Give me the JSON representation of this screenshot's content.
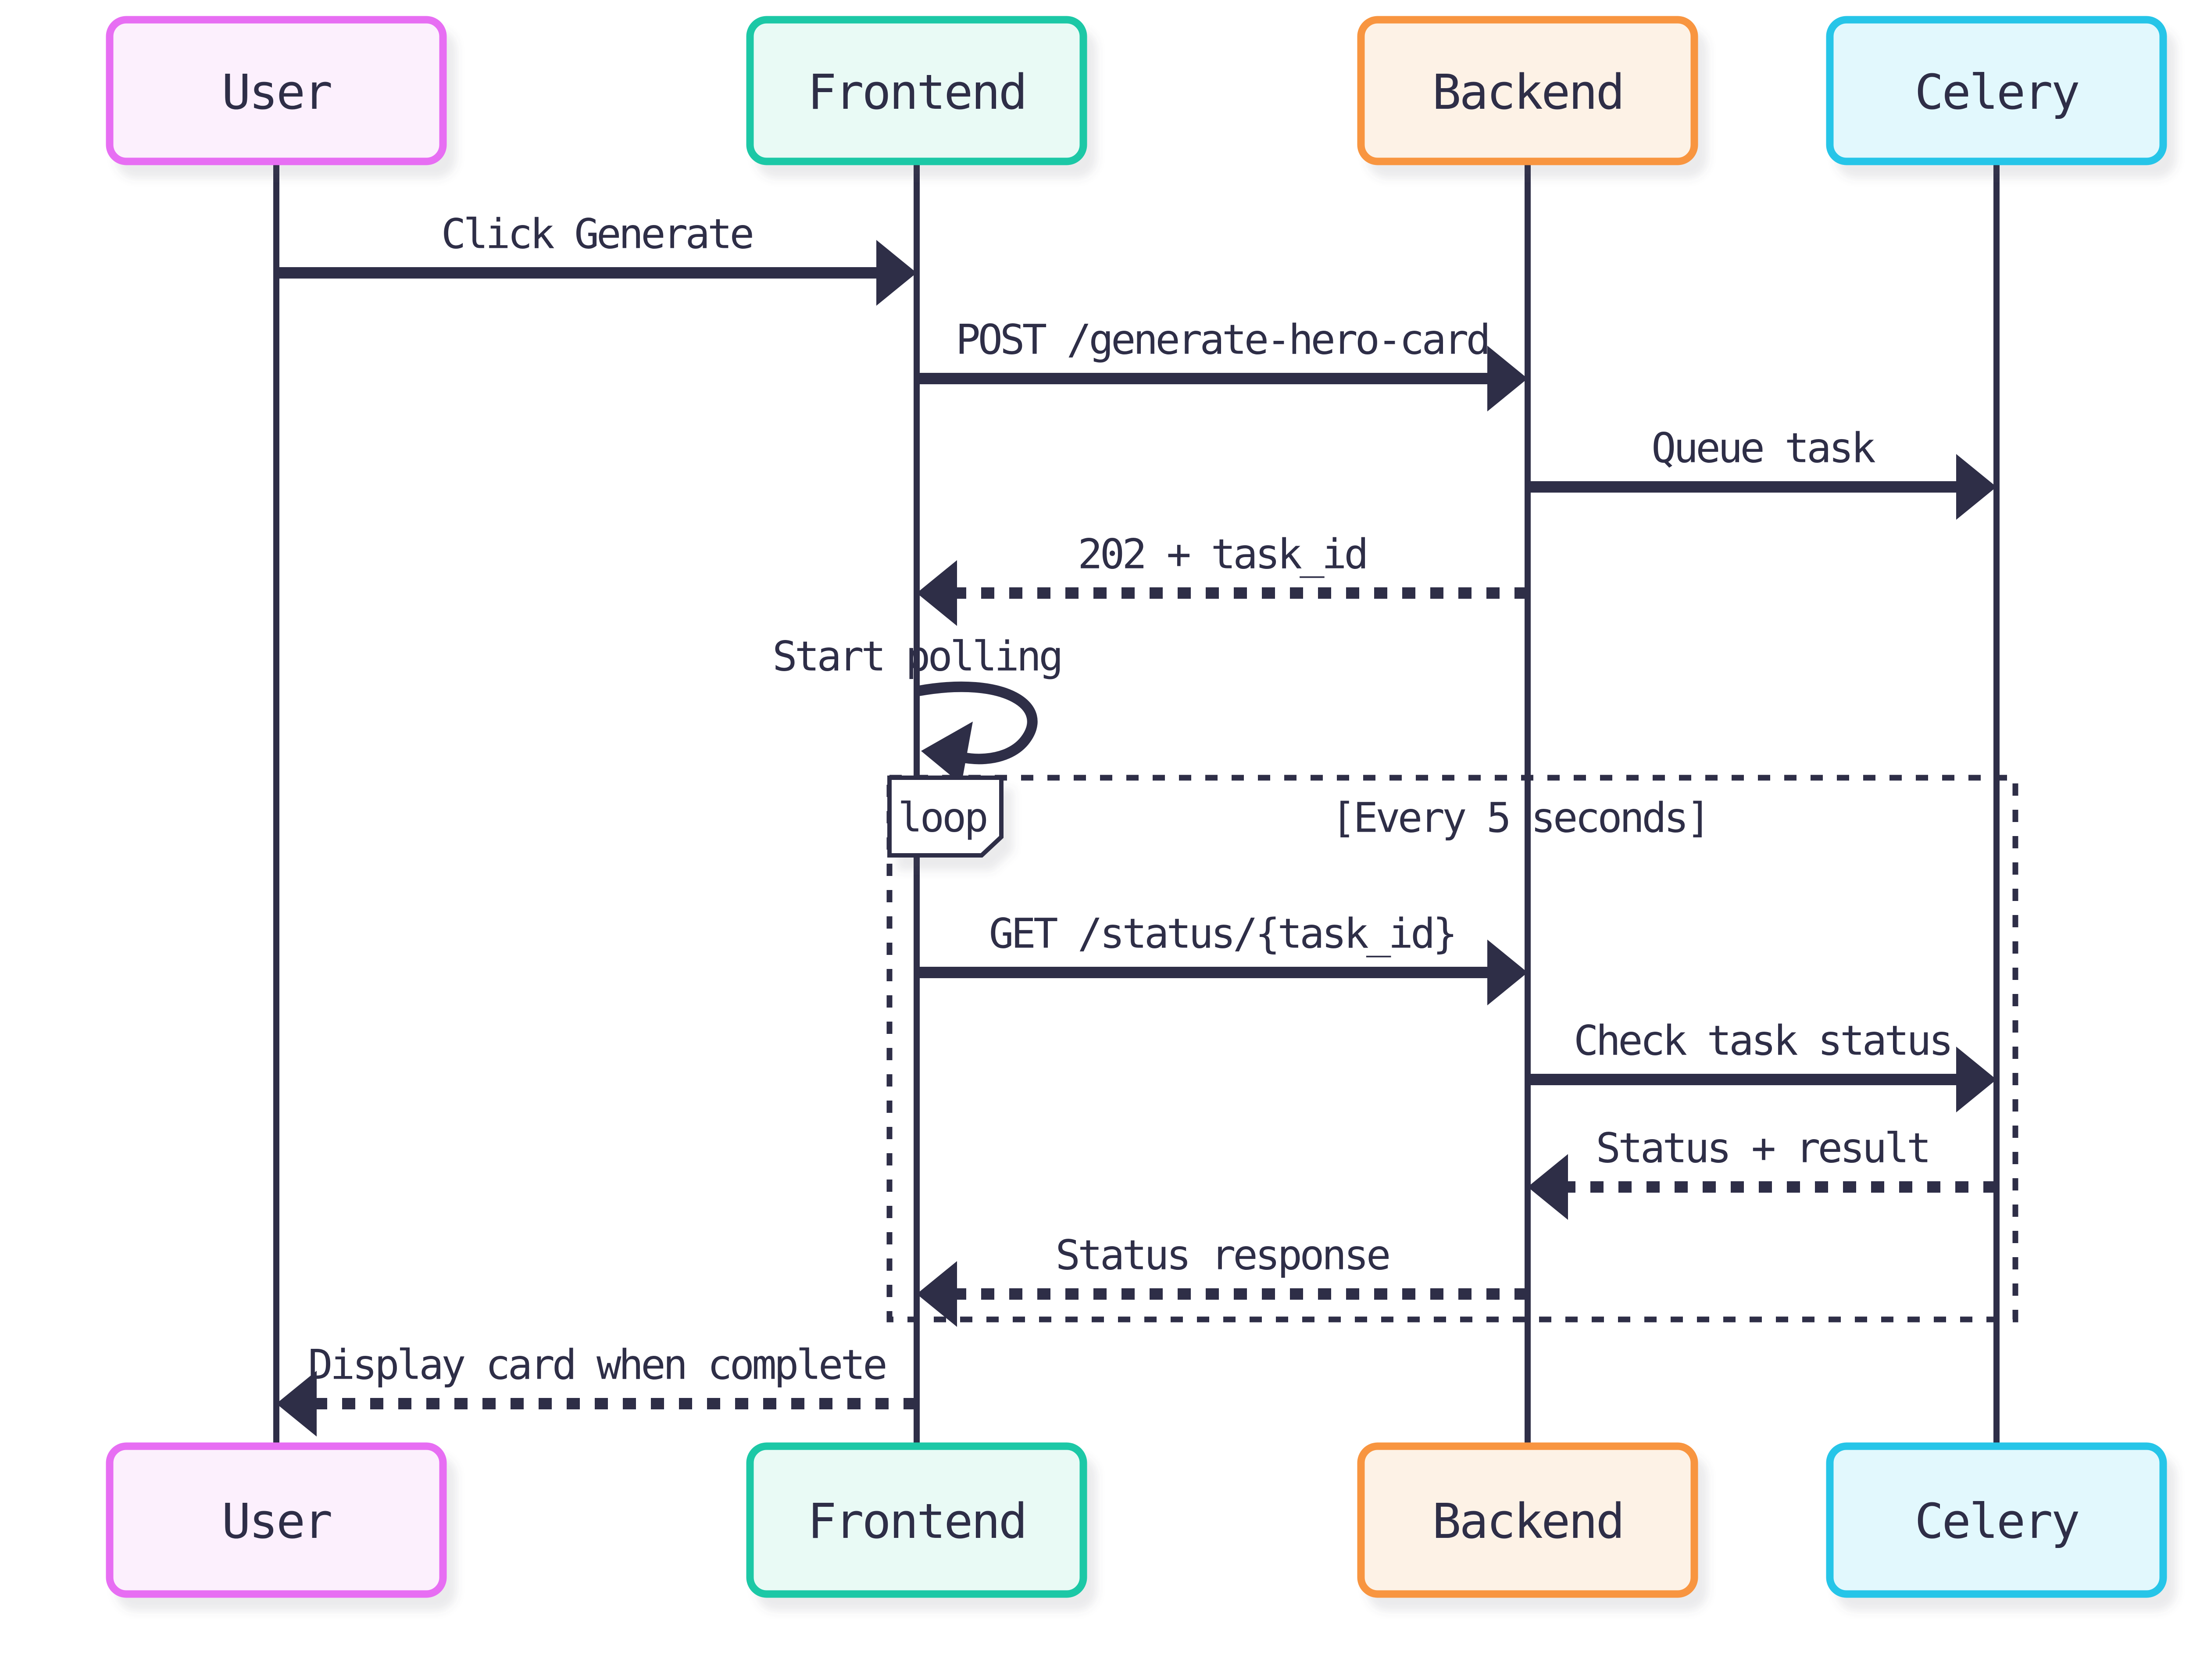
{
  "diagram": {
    "type": "sequence-diagram",
    "background": "#ffffff",
    "ink": "#2e2e47",
    "actors": [
      {
        "name": "User",
        "fill": "#fcf0fd",
        "border": "#e76ef3"
      },
      {
        "name": "Frontend",
        "fill": "#e9faf5",
        "border": "#1ec8a6"
      },
      {
        "name": "Backend",
        "fill": "#fdf2e6",
        "border": "#f8953f"
      },
      {
        "name": "Celery",
        "fill": "#e2f8fd",
        "border": "#28c5e8"
      }
    ],
    "messages": [
      {
        "from": "User",
        "to": "Frontend",
        "label": "Click Generate",
        "line": "solid"
      },
      {
        "from": "Frontend",
        "to": "Backend",
        "label": "POST /generate-hero-card",
        "line": "solid"
      },
      {
        "from": "Backend",
        "to": "Celery",
        "label": "Queue task",
        "line": "solid"
      },
      {
        "from": "Backend",
        "to": "Frontend",
        "label": "202 + task_id",
        "line": "dotted"
      },
      {
        "from": "Frontend",
        "to": "Frontend",
        "label": "Start polling",
        "line": "self"
      },
      {
        "from": "Frontend",
        "to": "User",
        "label": "Display card when complete",
        "line": "dotted"
      }
    ],
    "loop": {
      "title": "loop",
      "condition": "[Every 5 seconds]",
      "messages": [
        {
          "from": "Frontend",
          "to": "Backend",
          "label": "GET /status/{task_id}",
          "line": "solid"
        },
        {
          "from": "Backend",
          "to": "Celery",
          "label": "Check task status",
          "line": "solid"
        },
        {
          "from": "Celery",
          "to": "Backend",
          "label": "Status + result",
          "line": "dotted"
        },
        {
          "from": "Backend",
          "to": "Frontend",
          "label": "Status response",
          "line": "dotted"
        }
      ]
    }
  }
}
